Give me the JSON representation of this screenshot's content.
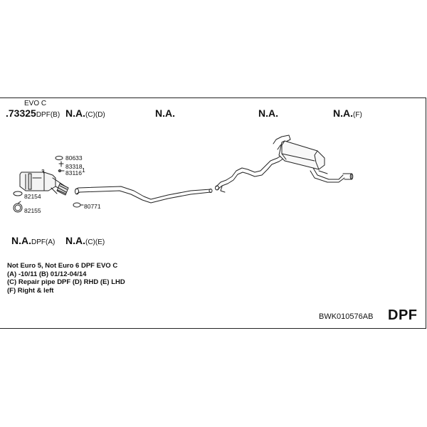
{
  "header": {
    "variant": "EVO C",
    "part_number": ".73325",
    "part_number_suffix": "DPF(B)",
    "na_1": "N.A.",
    "na_1_suffix": "(C)(D)",
    "na_2": "N.A.",
    "na_3": "N.A.",
    "na_4": "N.A.",
    "na_4_suffix": "(F)"
  },
  "parts": {
    "p1": "80633",
    "p2": "83318",
    "p3": "83116",
    "p4": "82154",
    "p5": "82155",
    "p6": "80771",
    "p3_marker": "1",
    "catalyst_marker": "3"
  },
  "lower": {
    "na_5": "N.A.",
    "na_5_suffix": "DPF(A)",
    "na_6": "N.A.",
    "na_6_suffix": "(C)(E)"
  },
  "notes": [
    "Not Euro 5, Not Euro 6   DPF EVO C",
    "(A) -10/11 (B) 01/12-04/14",
    "(C) Repair pipe DPF (D) RHD (E) LHD",
    "(F) Right & left"
  ],
  "footer": {
    "kit_code": "BWK010576AB",
    "type": "DPF"
  }
}
